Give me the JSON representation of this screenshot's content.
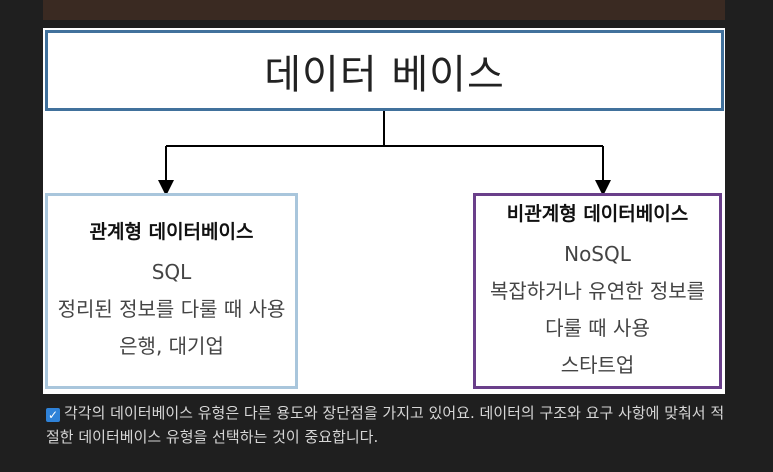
{
  "diagram": {
    "title": "데이터 베이스",
    "left": {
      "heading": "관계형 데이터베이스",
      "lines": [
        "SQL",
        "정리된 정보를 다룰 때 사용",
        "은행, 대기업"
      ]
    },
    "right": {
      "heading": "비관계형 데이터베이스",
      "lines": [
        "NoSQL",
        "복잡하거나 유연한 정보를",
        "다룰 때 사용",
        "스타트업"
      ]
    }
  },
  "caption": {
    "icon": "checkbox-checked-icon",
    "text": "각각의 데이터베이스 유형은 다른 용도와 장단점을 가지고 있어요. 데이터의 구조와 요구 사항에 맞춰서 적절한 데이터베이스 유형을 선택하는 것이 중요합니다."
  },
  "colors": {
    "title_border": "#41719c",
    "left_border": "#a9c6dc",
    "right_border": "#6a3f8a",
    "check": "#2f82d8"
  }
}
